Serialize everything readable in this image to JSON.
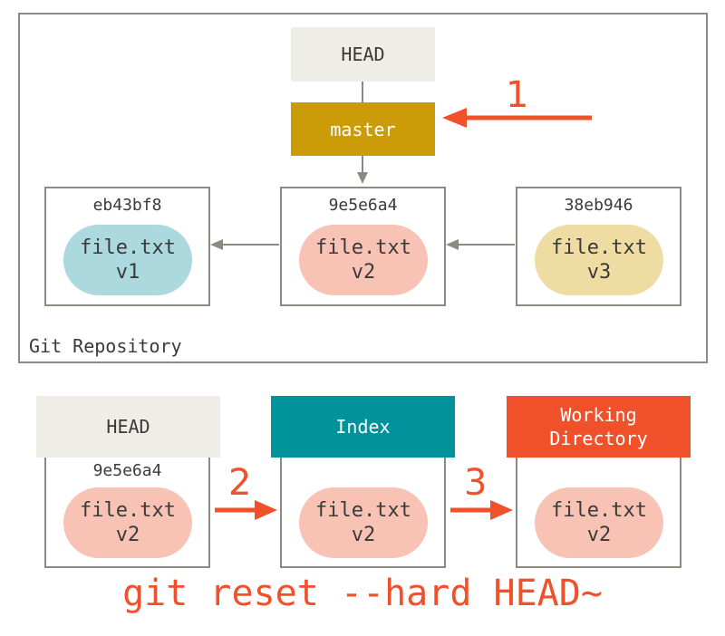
{
  "repo": {
    "label": "Git Repository",
    "head_label": "HEAD",
    "branch_label": "master",
    "commits": [
      {
        "hash": "eb43bf8",
        "file": "file.txt",
        "version": "v1",
        "color": "#abd9dd"
      },
      {
        "hash": "9e5e6a4",
        "file": "file.txt",
        "version": "v2",
        "color": "#f8c3b5"
      },
      {
        "hash": "38eb946",
        "file": "file.txt",
        "version": "v3",
        "color": "#efdca3"
      }
    ],
    "step1": "1"
  },
  "trees": {
    "head": {
      "title": "HEAD",
      "hash": "9e5e6a4",
      "file": "file.txt",
      "version": "v2"
    },
    "index": {
      "title": "Index",
      "file": "file.txt",
      "version": "v2"
    },
    "workdir": {
      "title_line1": "Working",
      "title_line2": "Directory",
      "file": "file.txt",
      "version": "v2"
    },
    "step2": "2",
    "step3": "3"
  },
  "command": "git reset --hard HEAD~",
  "colors": {
    "head_bg": "#eeede6",
    "master_bg": "#cc9b08",
    "index_bg": "#00939b",
    "workdir_bg": "#f0512b",
    "blob_v1": "#abd9dd",
    "blob_v2": "#f8c3b5",
    "blob_v3": "#efdca3",
    "accent": "#f0512b",
    "border": "#8d8a82"
  }
}
